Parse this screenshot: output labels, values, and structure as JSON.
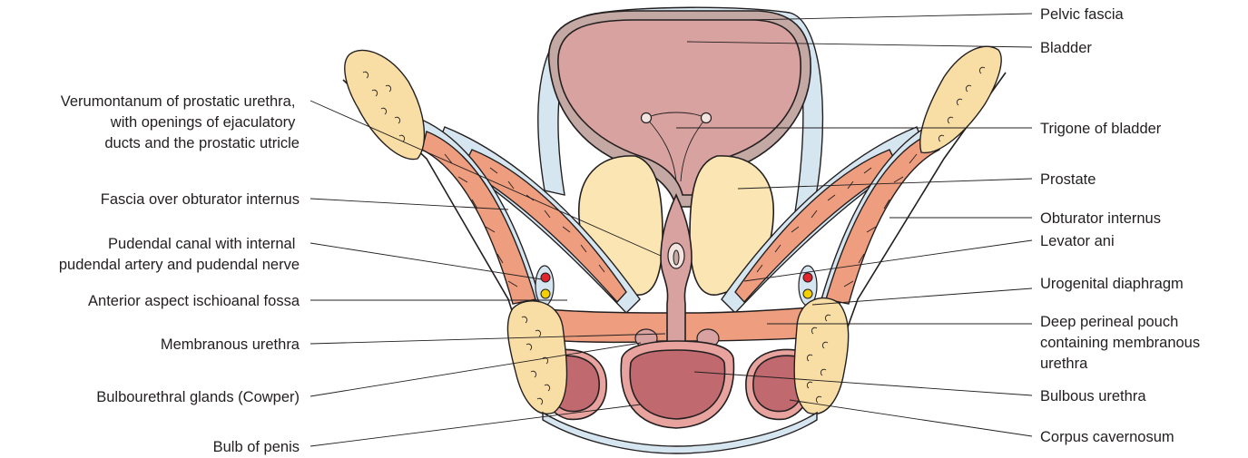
{
  "labels_left": [
    {
      "id": "verumontanum",
      "lines": [
        "Verumontanum of prostatic urethra,",
        "with openings of ejaculatory",
        "ducts and the prostatic utricle"
      ]
    },
    {
      "id": "fascia-obturator",
      "lines": [
        "Fascia over obturator internus"
      ]
    },
    {
      "id": "pudendal-canal",
      "lines": [
        "Pudendal canal with internal",
        "pudendal artery and pudendal nerve"
      ]
    },
    {
      "id": "ischioanal-fossa",
      "lines": [
        "Anterior aspect ischioanal fossa"
      ]
    },
    {
      "id": "membranous-urethra",
      "lines": [
        "Membranous urethra"
      ]
    },
    {
      "id": "bulbourethral-glands",
      "lines": [
        "Bulbourethral glands (Cowper)"
      ]
    },
    {
      "id": "bulb-of-penis",
      "lines": [
        "Bulb of penis"
      ]
    }
  ],
  "labels_right": [
    {
      "id": "pelvic-fascia",
      "lines": [
        "Pelvic fascia"
      ]
    },
    {
      "id": "bladder",
      "lines": [
        "Bladder"
      ]
    },
    {
      "id": "trigone",
      "lines": [
        "Trigone of bladder"
      ]
    },
    {
      "id": "prostate",
      "lines": [
        "Prostate"
      ]
    },
    {
      "id": "obturator-internus",
      "lines": [
        "Obturator internus"
      ]
    },
    {
      "id": "levator-ani",
      "lines": [
        "Levator ani"
      ]
    },
    {
      "id": "urogenital-diaphragm",
      "lines": [
        "Urogenital diaphragm"
      ]
    },
    {
      "id": "deep-perineal-pouch",
      "lines": [
        "Deep perineal pouch",
        "containing membranous",
        "urethra"
      ]
    },
    {
      "id": "bulbous-urethra",
      "lines": [
        "Bulbous urethra"
      ]
    },
    {
      "id": "corpus-cavernosum",
      "lines": [
        "Corpus cavernosum"
      ]
    }
  ],
  "colors": {
    "bladder": "#d8a2a0",
    "bladder_wall": "#c3a8a3",
    "prostate": "#fbe6b3",
    "fascia": "#d6e6f0",
    "muscle": "#ee9e7f",
    "bone": "#f8dea4",
    "erectile_tissue": "#c06a70",
    "artery": "#e2242c",
    "nerve": "#f4d000",
    "text": "#231f20"
  }
}
